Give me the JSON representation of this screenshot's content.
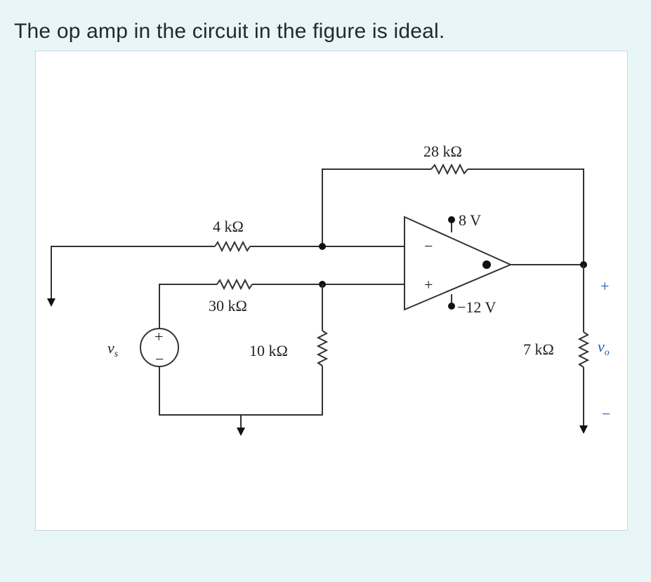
{
  "question": {
    "text": "The op amp in the circuit in the figure is ideal."
  },
  "circuit": {
    "r_feedback": "28 kΩ",
    "r_input_top": "4 kΩ",
    "r_input_bottom": "30 kΩ",
    "r_ground": "10 kΩ",
    "r_load": "7 kΩ",
    "supply_positive": "8 V",
    "supply_negative": "−12 V",
    "source_label": "v",
    "source_sub": "s",
    "output_label": "v",
    "output_sub": "o",
    "opamp_minus": "−",
    "opamp_plus": "+",
    "source_plus": "+",
    "source_minus": "−",
    "output_plus": "+",
    "output_minus": "−"
  },
  "colors": {
    "page_background": "#e8f6f8",
    "figure_background": "#ffffff",
    "ink": "#222222"
  }
}
